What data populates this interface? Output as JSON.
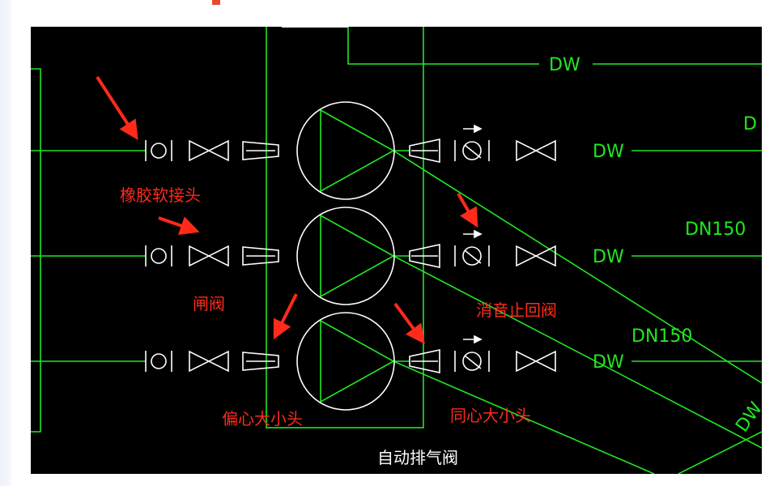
{
  "colors": {
    "background": "#000000",
    "pipe": "#22e622",
    "symbol": "#ffffff",
    "annotation": "#ff2a1a"
  },
  "pipe_labels": {
    "top_right": "DW",
    "row1": "DW",
    "row2": "DW",
    "row3": "DW",
    "dn_upper": "DN150",
    "dn_lower": "DN150",
    "diag_bottom": "DW",
    "edge_cut": "D"
  },
  "annotations": {
    "rubber_joint": "橡胶软接头",
    "gate_valve": "闸阀",
    "check_valve": "消音止回阀",
    "eccentric_reducer": "偏心大小头",
    "concentric_reducer": "同心大小头"
  },
  "caption": "自动排气阀"
}
